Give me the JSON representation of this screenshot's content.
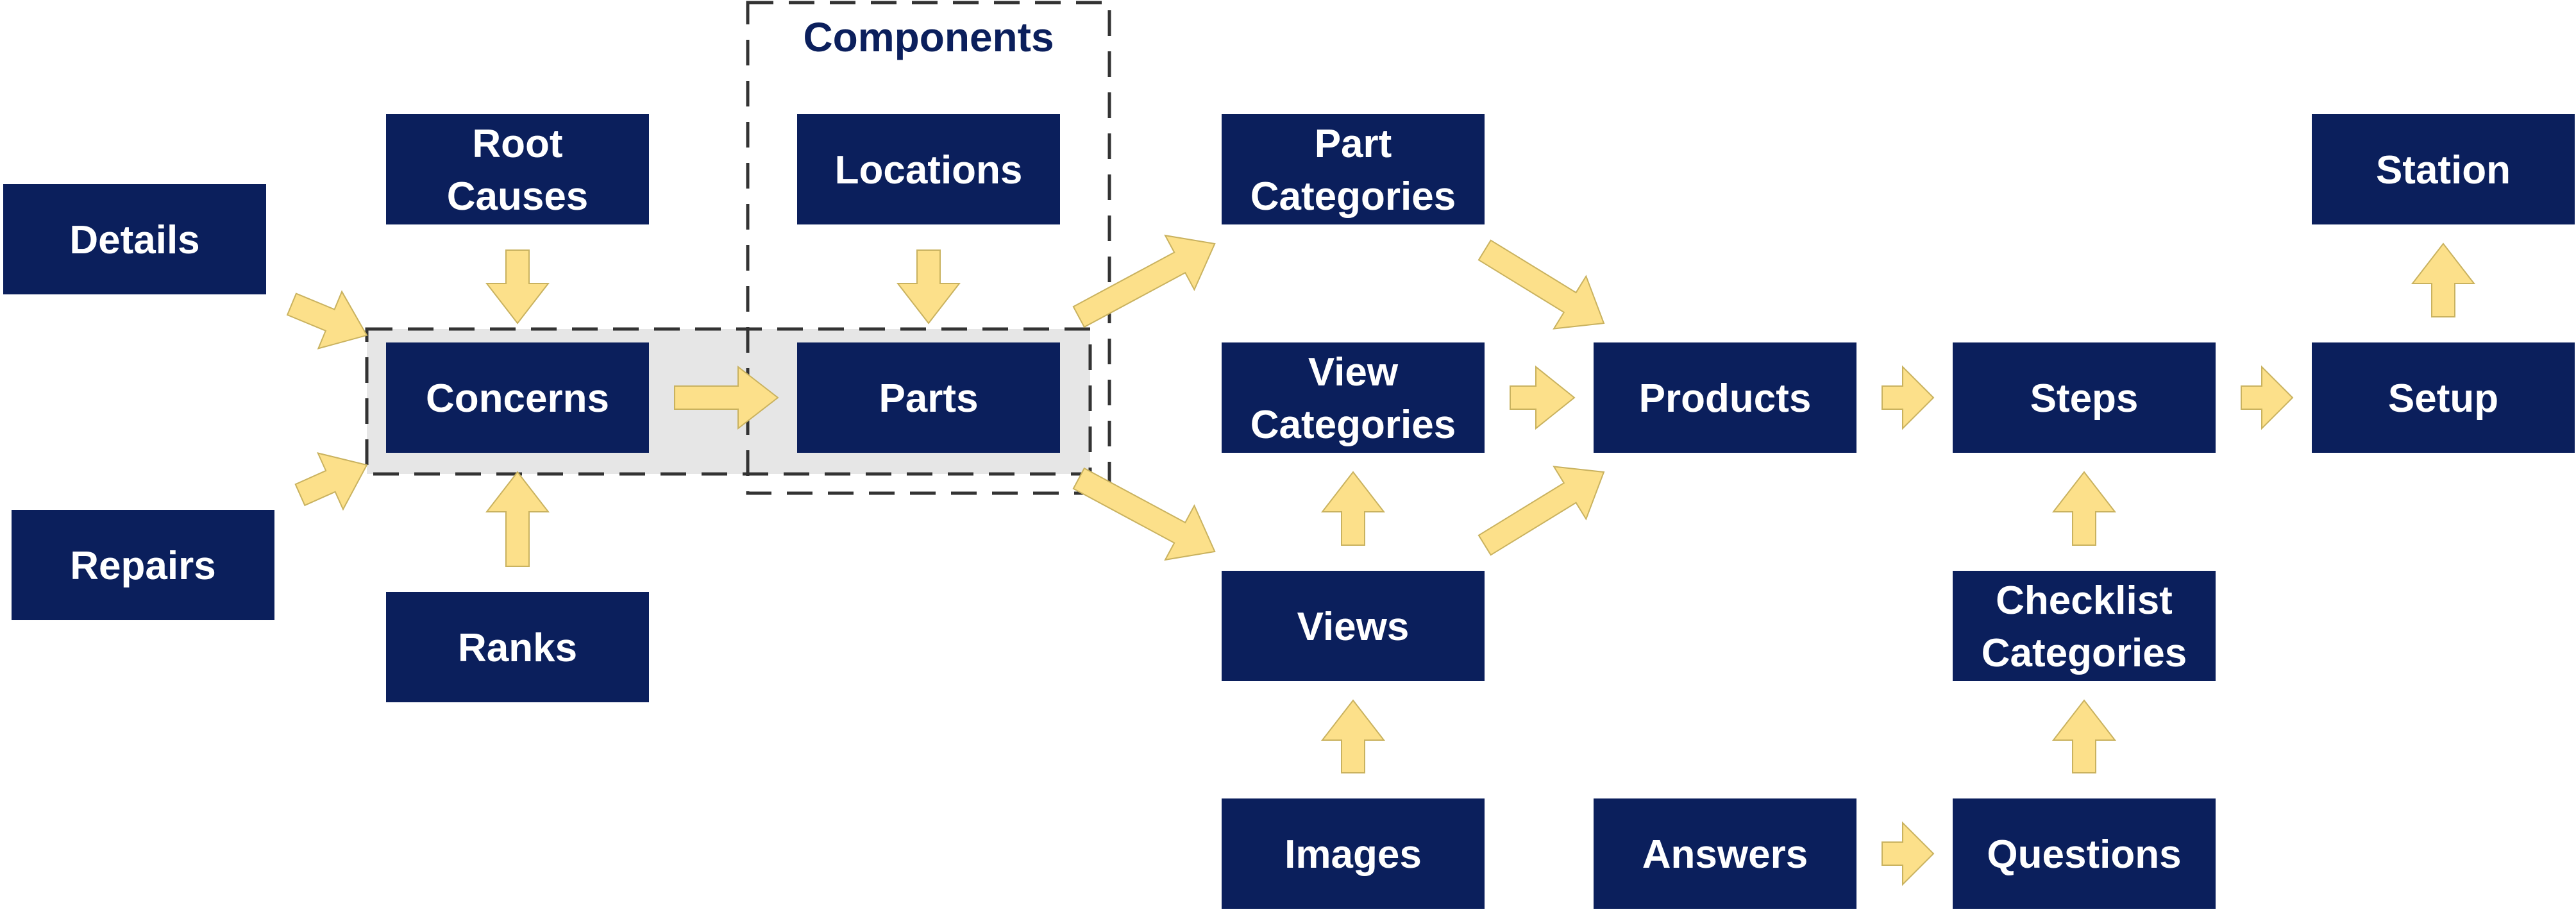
{
  "colors": {
    "node_fill": "#0b1f5c",
    "node_text": "#ffffff",
    "arrow_fill": "#fce08a",
    "arrow_stroke": "#c9b25f",
    "group_fill": "#e6e6e6",
    "group_border": "#333333",
    "group_label": "#0b1f5c"
  },
  "groups": {
    "components": {
      "label": "Components"
    }
  },
  "nodes": {
    "details": {
      "label": [
        "Details"
      ]
    },
    "repairs": {
      "label": [
        "Repairs"
      ]
    },
    "root_causes": {
      "label": [
        "Root",
        "Causes"
      ]
    },
    "concerns": {
      "label": [
        "Concerns"
      ]
    },
    "ranks": {
      "label": [
        "Ranks"
      ]
    },
    "locations": {
      "label": [
        "Locations"
      ]
    },
    "parts": {
      "label": [
        "Parts"
      ]
    },
    "part_categories": {
      "label": [
        "Part",
        "Categories"
      ]
    },
    "view_categories": {
      "label": [
        "View",
        "Categories"
      ]
    },
    "views": {
      "label": [
        "Views"
      ]
    },
    "images": {
      "label": [
        "Images"
      ]
    },
    "products": {
      "label": [
        "Products"
      ]
    },
    "answers": {
      "label": [
        "Answers"
      ]
    },
    "steps": {
      "label": [
        "Steps"
      ]
    },
    "checklist_categories": {
      "label": [
        "Checklist",
        "Categories"
      ]
    },
    "questions": {
      "label": [
        "Questions"
      ]
    },
    "station": {
      "label": [
        "Station"
      ]
    },
    "setup": {
      "label": [
        "Setup"
      ]
    }
  },
  "edges": [
    {
      "from": "details",
      "to": "concerns"
    },
    {
      "from": "repairs",
      "to": "concerns"
    },
    {
      "from": "root_causes",
      "to": "concerns"
    },
    {
      "from": "ranks",
      "to": "concerns"
    },
    {
      "from": "concerns",
      "to": "parts"
    },
    {
      "from": "locations",
      "to": "parts"
    },
    {
      "from": "parts",
      "to": "part_categories"
    },
    {
      "from": "parts",
      "to": "views"
    },
    {
      "from": "images",
      "to": "views"
    },
    {
      "from": "views",
      "to": "view_categories"
    },
    {
      "from": "part_categories",
      "to": "products"
    },
    {
      "from": "view_categories",
      "to": "products"
    },
    {
      "from": "views",
      "to": "products"
    },
    {
      "from": "products",
      "to": "steps"
    },
    {
      "from": "answers",
      "to": "questions"
    },
    {
      "from": "questions",
      "to": "checklist_categories"
    },
    {
      "from": "checklist_categories",
      "to": "steps"
    },
    {
      "from": "steps",
      "to": "setup"
    },
    {
      "from": "setup",
      "to": "station"
    }
  ]
}
